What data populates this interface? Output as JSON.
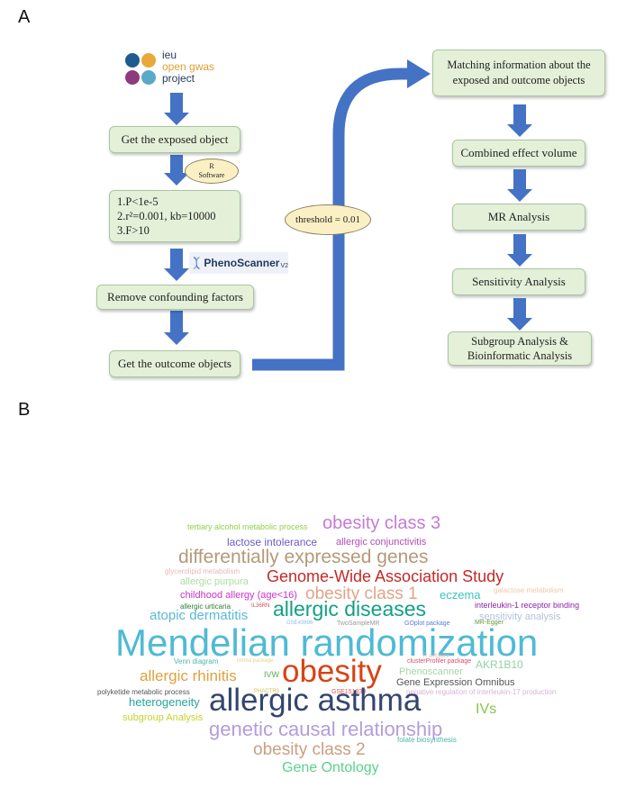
{
  "panels": {
    "a_label": "A",
    "b_label": "B"
  },
  "logo": {
    "line1": "ieu",
    "line2": "open gwas",
    "line3": "project",
    "colors": [
      "#1e5b8e",
      "#e8a83a",
      "#8e3b7d",
      "#5aa9c8"
    ]
  },
  "flow_left": {
    "step1": "Get the exposed object",
    "software_line1": "R",
    "software_line2": "Software",
    "criteria": [
      "1.P<1e-5",
      "2.r²=0.001, kb=10000",
      "3.F>10"
    ],
    "phenoscanner": "PhenoScanner",
    "phenoscanner_version": "V2",
    "step3": "Remove confounding factors",
    "step4": "Get the outcome objects"
  },
  "threshold": "threshold = 0.01",
  "flow_right": {
    "step1": "Matching information about the exposed and outcome objects",
    "step2": "Combined effect volume",
    "step3": "MR Analysis",
    "step4": "Sensitivity Analysis",
    "step5": "Subgroup Analysis & Bioinformatic Analysis"
  },
  "colors": {
    "box_fill": "#e4f0d8",
    "box_border": "#a9c6a2",
    "arrow": "#4472c4",
    "oval_fill": "#fbf0c4"
  },
  "wordcloud": [
    {
      "text": "tertiary alcohol metabolic process",
      "color": "#8fd14f"
    },
    {
      "text": "obesity class 3",
      "color": "#c77ad6"
    },
    {
      "text": "lactose intolerance",
      "color": "#6a5bc4"
    },
    {
      "text": "allergic conjunctivitis",
      "color": "#b04fb8"
    },
    {
      "text": "differentially expressed genes",
      "color": "#b39a7a"
    },
    {
      "text": "glycerolipid metabolism",
      "color": "#e6b8b8"
    },
    {
      "text": "allergic purpura",
      "color": "#a9e0a0"
    },
    {
      "text": "Genome-Wide Association Study",
      "color": "#c62828"
    },
    {
      "text": "childhood allergy (age<16)",
      "color": "#cc33cc"
    },
    {
      "text": "obesity class 1",
      "color": "#e0a58a"
    },
    {
      "text": "eczema",
      "color": "#39c4c4"
    },
    {
      "text": "galactose metabolism",
      "color": "#f0c8a8"
    },
    {
      "text": "allergic urticaria",
      "color": "#2e7d32"
    },
    {
      "text": "IL36RN",
      "color": "#d05050"
    },
    {
      "text": "allergic diseases",
      "color": "#13a085"
    },
    {
      "text": "interleukin-1 receptor binding",
      "color": "#8e24aa"
    },
    {
      "text": "atopic dermatitis",
      "color": "#5bb8d8"
    },
    {
      "text": "GSE43696",
      "color": "#8fbce8"
    },
    {
      "text": "TwoSampleMR",
      "color": "#999999"
    },
    {
      "text": "GOplot package",
      "color": "#5c7cd6"
    },
    {
      "text": "sensitivity analysis",
      "color": "#b0c4de"
    },
    {
      "text": "MR-Egger",
      "color": "#669933"
    },
    {
      "text": "Mendelian randomization",
      "color": "#4fbad6"
    },
    {
      "text": "Venn diagram",
      "color": "#4db6ac"
    },
    {
      "text": "limma package",
      "color": "#e6d28a"
    },
    {
      "text": "clusterProfiler package",
      "color": "#d64f6e"
    },
    {
      "text": "R software",
      "color": "#f0c0a0"
    },
    {
      "text": "AKR1B10",
      "color": "#8fd1a0"
    },
    {
      "text": "allergic rhinitis",
      "color": "#e0a040"
    },
    {
      "text": "IVW",
      "color": "#4caf50"
    },
    {
      "text": "obesity",
      "color": "#d84315"
    },
    {
      "text": "Phenoscanner",
      "color": "#a5d6a7"
    },
    {
      "text": "Gene Expression Omnibus",
      "color": "#555555"
    },
    {
      "text": "polyketide metabolic process",
      "color": "#555555"
    },
    {
      "text": "PHACTR3",
      "color": "#d4c04a"
    },
    {
      "text": "GSE151839",
      "color": "#e05555"
    },
    {
      "text": "negative regulation of interleukin-17 production",
      "color": "#d8b4d8"
    },
    {
      "text": "heterogeneity",
      "color": "#26a69a"
    },
    {
      "text": "allergic asthma",
      "color": "#34456e"
    },
    {
      "text": "IVs",
      "color": "#8bc34a"
    },
    {
      "text": "subgroup Analysis",
      "color": "#c6d330"
    },
    {
      "text": "genetic causal relationship",
      "color": "#b39ddb"
    },
    {
      "text": "folate biosynthesis",
      "color": "#4db6ac"
    },
    {
      "text": "obesity class 2",
      "color": "#c8a080"
    },
    {
      "text": "Gene Ontology",
      "color": "#5cd18a"
    }
  ]
}
